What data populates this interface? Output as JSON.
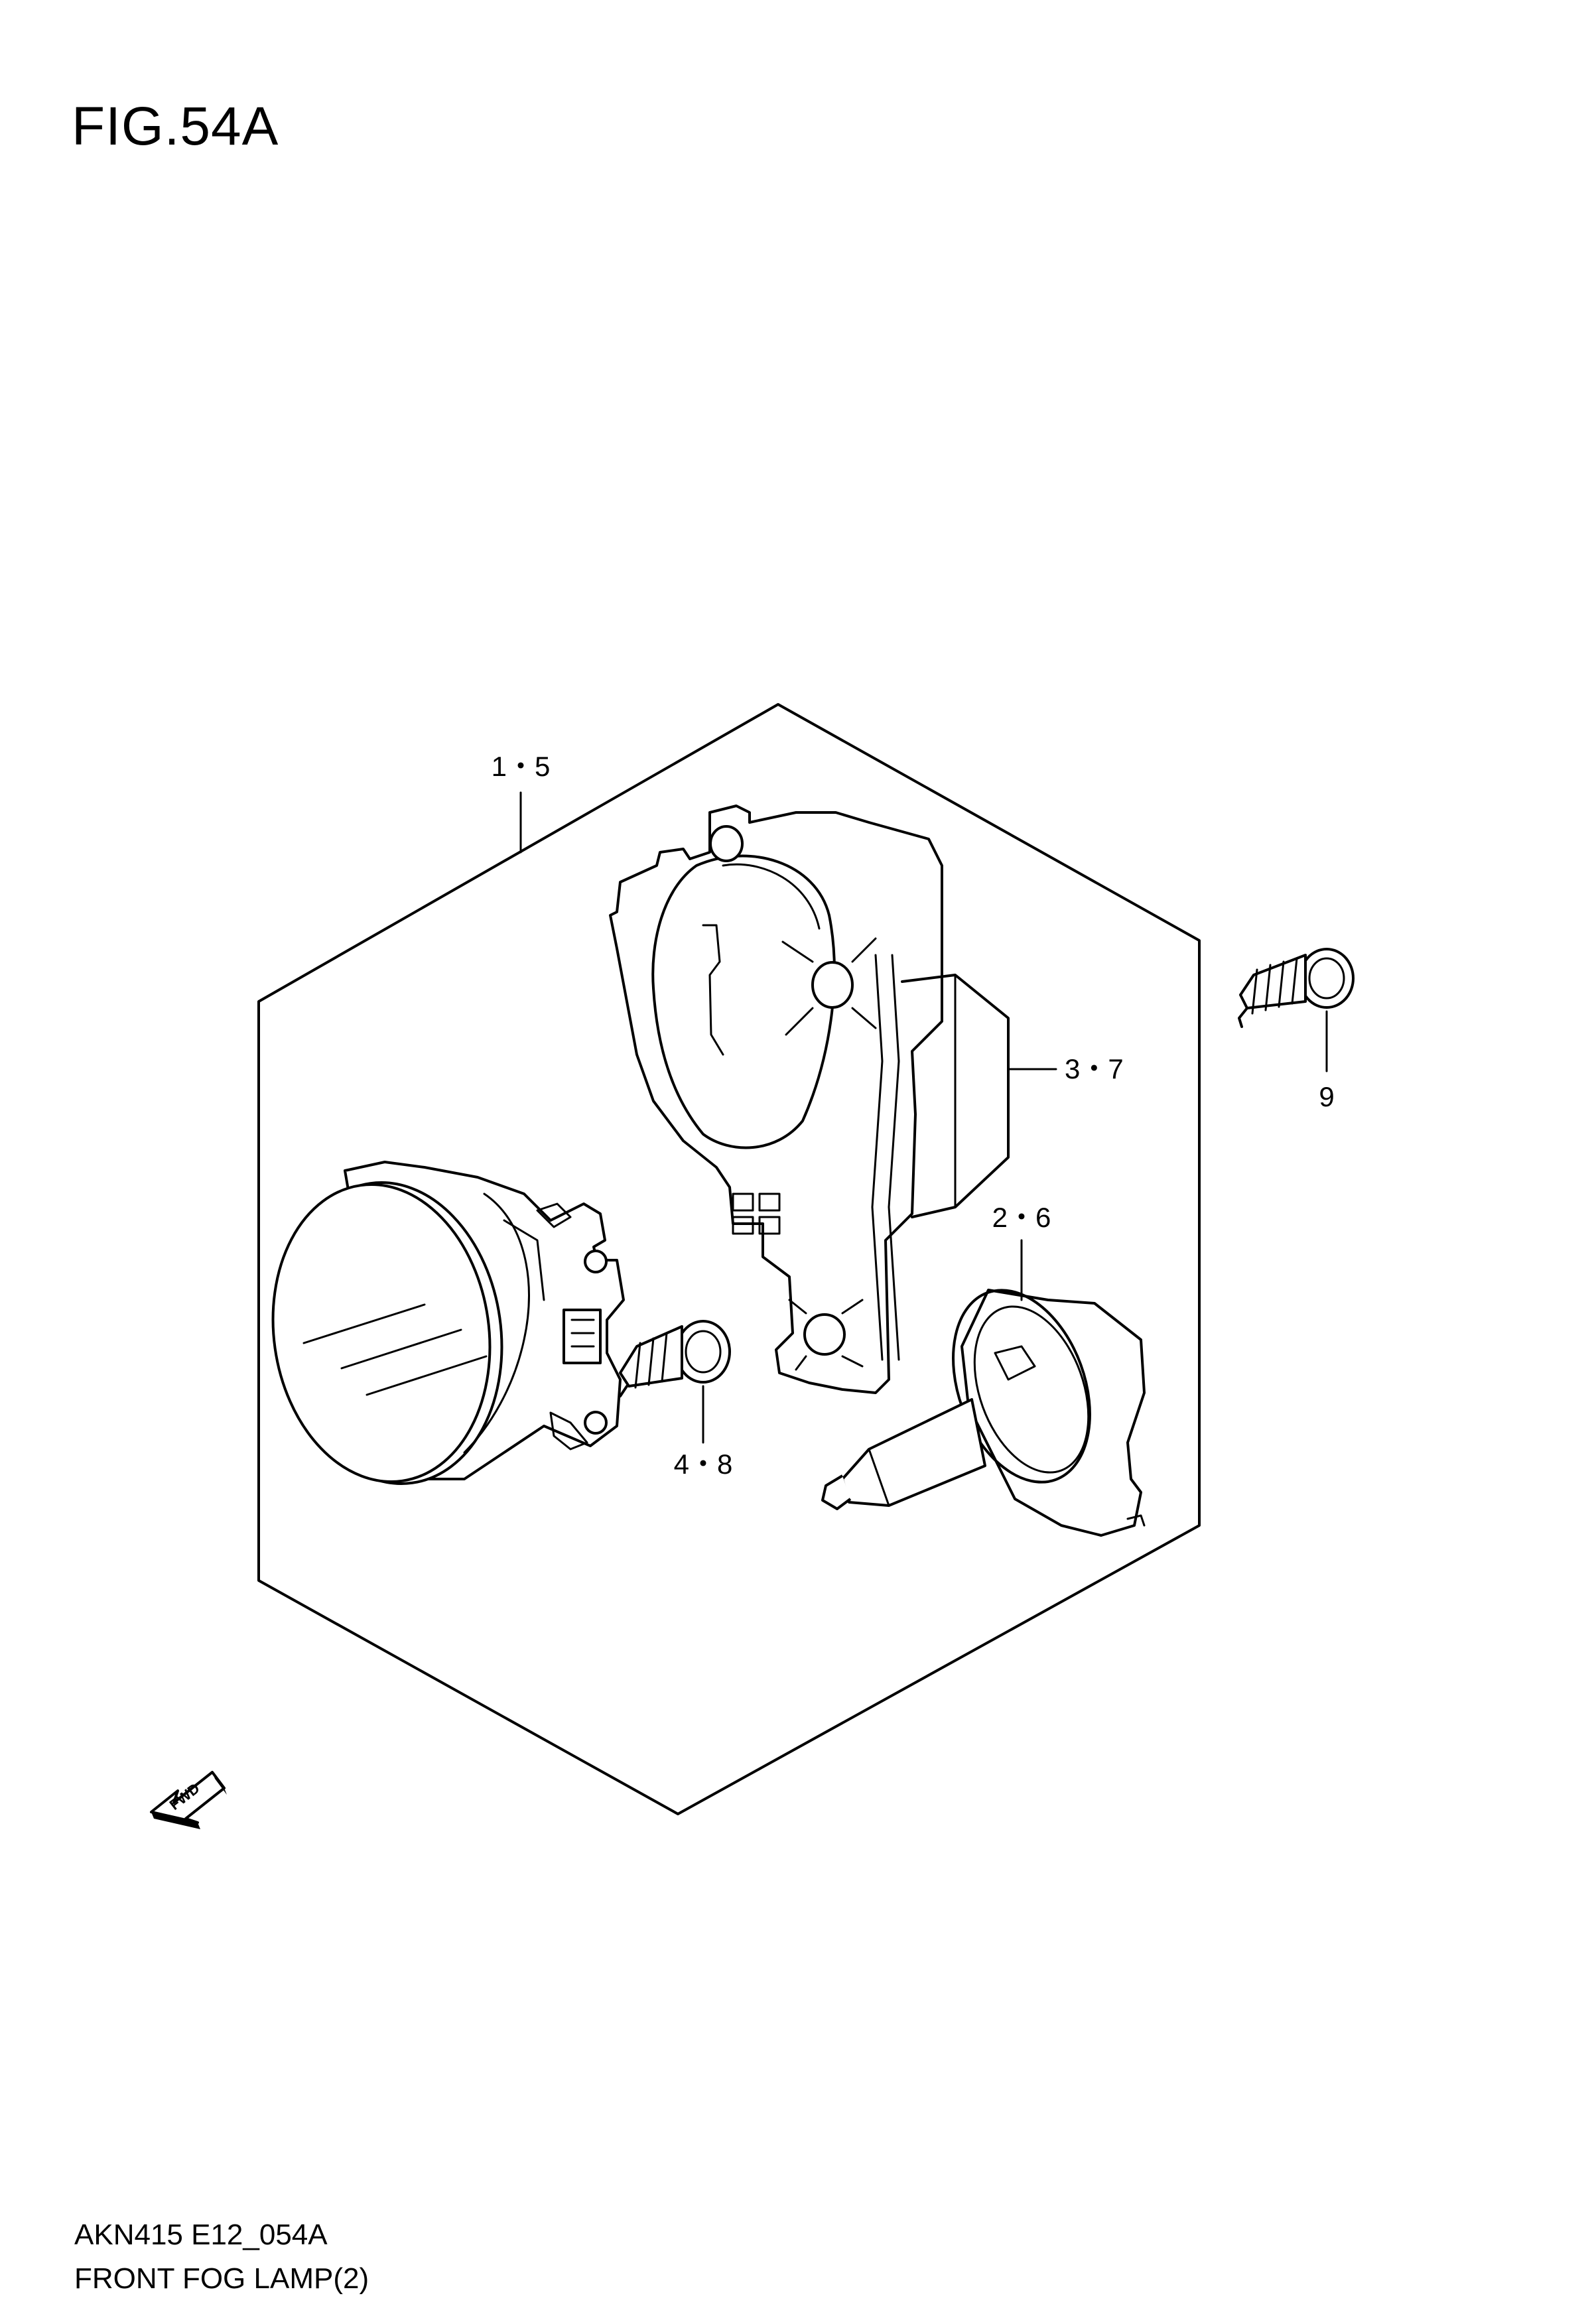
{
  "figure": {
    "title": "FIG.54A",
    "code": "AKN415 E12_054A",
    "caption": "FRONT FOG LAMP(2)"
  },
  "callouts": [
    {
      "id": "assembly",
      "label": "1・5"
    },
    {
      "id": "bracket",
      "label": "3・7"
    },
    {
      "id": "outer-screw",
      "label": "9"
    },
    {
      "id": "bulb",
      "label": "2・6"
    },
    {
      "id": "inner-screw",
      "label": "4・8"
    }
  ],
  "fwd_arrow": {
    "label": "FWD"
  }
}
